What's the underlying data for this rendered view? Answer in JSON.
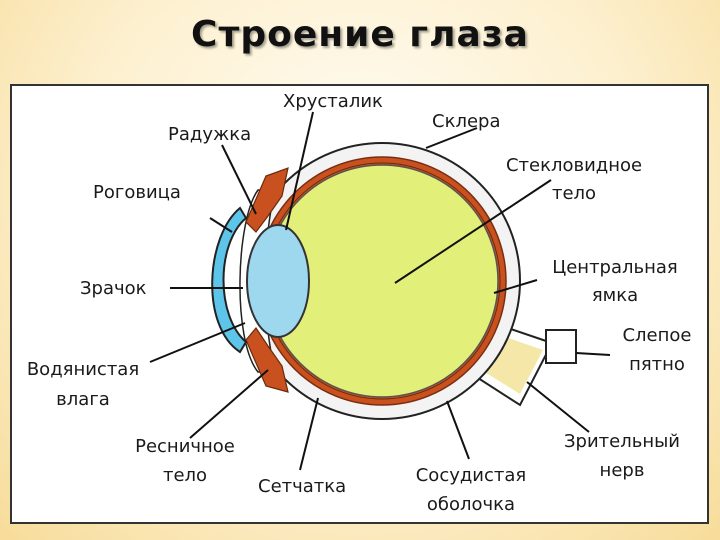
{
  "title": "Строение глаза",
  "colors": {
    "sclera": "#f3f3f3",
    "choroid": "#c8511f",
    "vitreous": "#e2f07a",
    "lens": "#9ed8ef",
    "cornea": "#5ec5ea",
    "optic_nerve": "#f4e7a8"
  },
  "labels": {
    "lens": "Хрусталик",
    "iris": "Радужка",
    "sclera": "Склера",
    "cornea": "Роговица",
    "vitreous_1": "Стекловидное",
    "vitreous_2": "тело",
    "fovea_1": "Центральная",
    "fovea_2": "ямка",
    "pupil": "Зрачок",
    "blind_spot_1": "Слепое",
    "blind_spot_2": "пятно",
    "aqueous_1": "Водянистая",
    "aqueous_2": "влага",
    "ciliary_1": "Ресничное",
    "ciliary_2": "тело",
    "retina": "Сетчатка",
    "choroid_1": "Сосудистая",
    "choroid_2": "оболочка",
    "optic_nerve_1": "Зрительный",
    "optic_nerve_2": "нерв"
  }
}
